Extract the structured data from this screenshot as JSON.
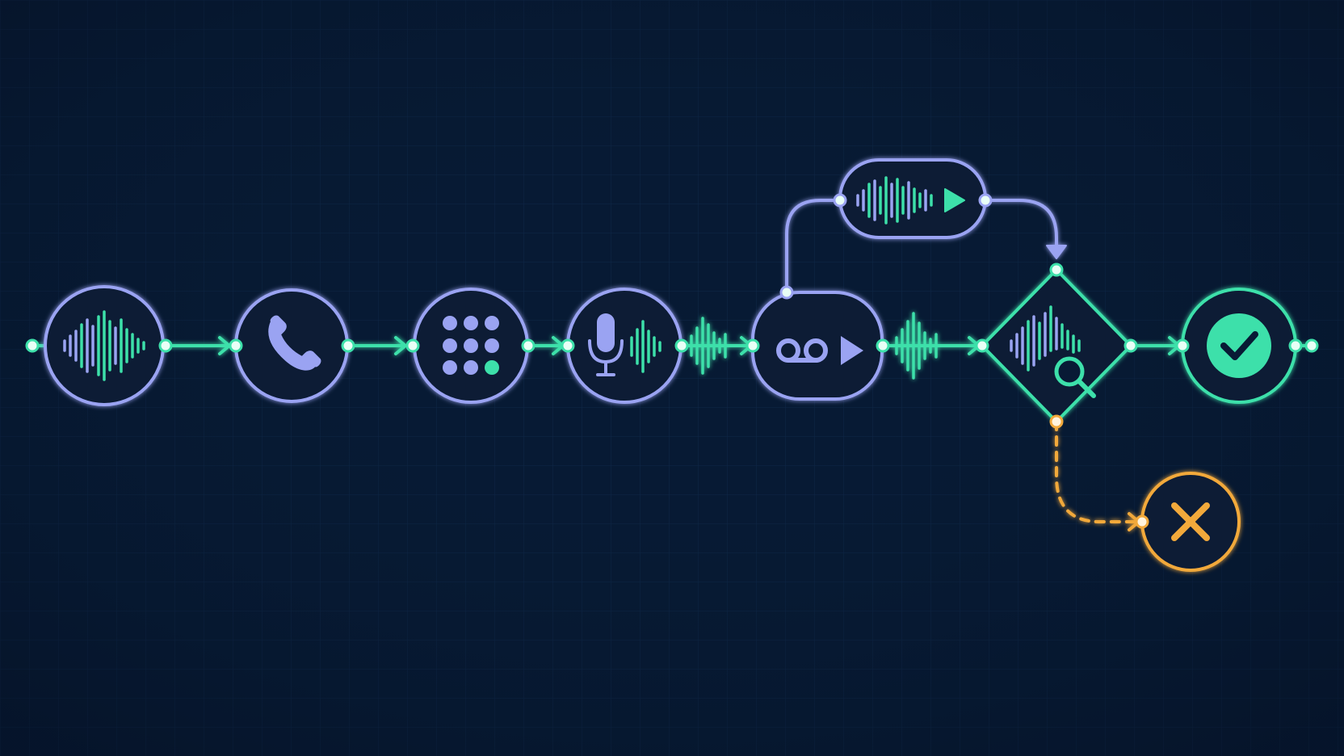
{
  "colors": {
    "background": "#071a33",
    "grid": "#10294a",
    "primary_node": "#9aa3f2",
    "accent": "#3de0aa",
    "success": "#3de0aa",
    "failure": "#f2a93b",
    "dot_fill": "#e8fff6"
  },
  "nodes": [
    {
      "id": "audio-input",
      "shape": "circle",
      "icon": "waveform-icon",
      "ring_color": "primary_node"
    },
    {
      "id": "phone-call",
      "shape": "circle",
      "icon": "phone-icon",
      "ring_color": "primary_node"
    },
    {
      "id": "dtmf-keypad",
      "shape": "circle",
      "icon": "keypad-icon",
      "ring_color": "primary_node"
    },
    {
      "id": "voice-capture",
      "shape": "circle",
      "icon": "microphone-icon",
      "ring_color": "primary_node"
    },
    {
      "id": "voicemail-playback",
      "shape": "pill",
      "icon": "voicemail-play-icon",
      "ring_color": "primary_node"
    },
    {
      "id": "audio-replay",
      "shape": "pill",
      "icon": "waveform-play-icon",
      "ring_color": "primary_node"
    },
    {
      "id": "audio-analysis-decision",
      "shape": "diamond",
      "icon": "waveform-search-icon",
      "ring_color": "accent"
    },
    {
      "id": "success-end",
      "shape": "circle",
      "icon": "check-icon",
      "ring_color": "success"
    },
    {
      "id": "failure-end",
      "shape": "circle",
      "icon": "close-icon",
      "ring_color": "failure"
    }
  ],
  "edges": [
    {
      "from": "start",
      "to": "audio-input",
      "style": "solid"
    },
    {
      "from": "audio-input",
      "to": "phone-call",
      "style": "solid"
    },
    {
      "from": "phone-call",
      "to": "dtmf-keypad",
      "style": "solid"
    },
    {
      "from": "dtmf-keypad",
      "to": "voice-capture",
      "style": "solid"
    },
    {
      "from": "voice-capture",
      "to": "voicemail-playback",
      "style": "solid",
      "decoration": "waveform"
    },
    {
      "from": "voicemail-playback",
      "to": "audio-replay",
      "style": "solid",
      "branch": "upper"
    },
    {
      "from": "audio-replay",
      "to": "audio-analysis-decision",
      "style": "solid"
    },
    {
      "from": "voicemail-playback",
      "to": "audio-analysis-decision",
      "style": "solid",
      "decoration": "waveform"
    },
    {
      "from": "audio-analysis-decision",
      "to": "success-end",
      "style": "solid"
    },
    {
      "from": "audio-analysis-decision",
      "to": "failure-end",
      "style": "dashed"
    },
    {
      "from": "success-end",
      "to": "end",
      "style": "solid"
    }
  ]
}
